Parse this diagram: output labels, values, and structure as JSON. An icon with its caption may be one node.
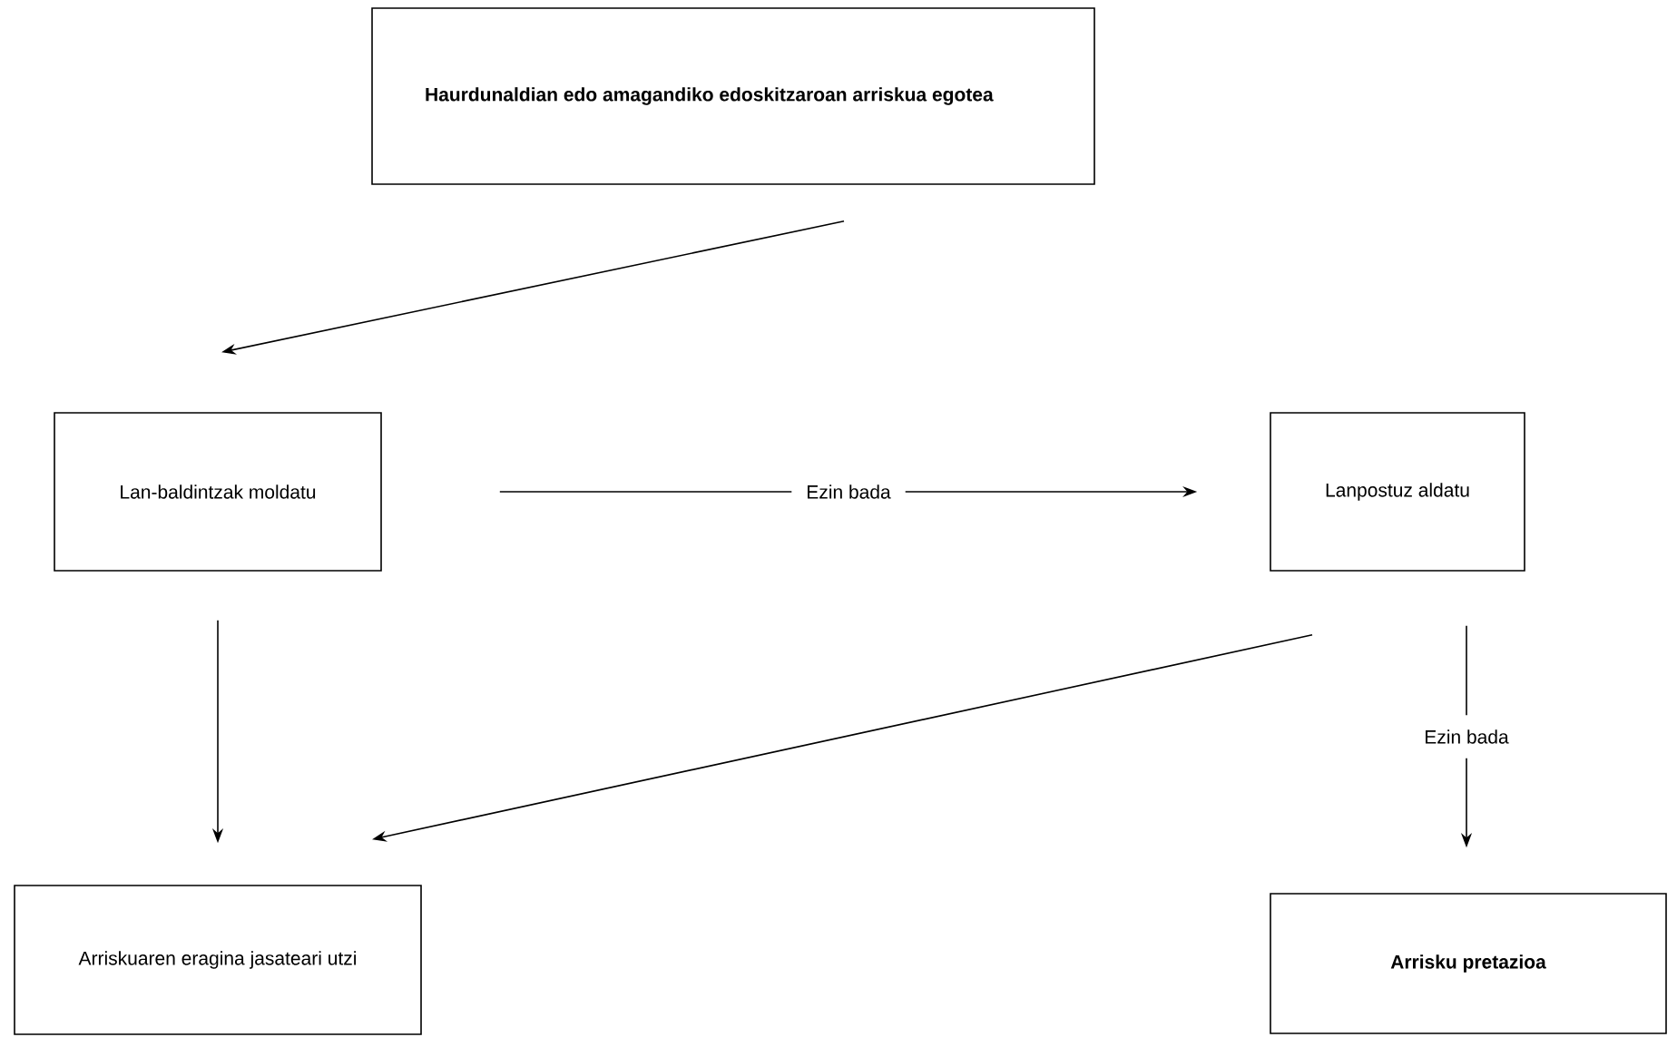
{
  "diagram": {
    "nodes": [
      {
        "text": [
          "Haurdunaldian edo amagandiko edoskitzaroan arriskua egotea"
        ]
      },
      {
        "text": [
          "Lan-baldintzak moldatu"
        ]
      },
      {
        "text": [
          "Lanpostuz aldatu"
        ]
      },
      {
        "text": [
          "Arriskuaren eragina jasateari utzi"
        ]
      },
      {
        "text": [
          "Arrisku pretazioa"
        ]
      }
    ],
    "edges": [
      {
        "from": 0,
        "to": 1,
        "arrow": "to"
      },
      {
        "from": 1,
        "to": 2,
        "arrow": "to",
        "label": "Ezin bada"
      },
      {
        "from": 1,
        "to": 3,
        "arrow": "to"
      },
      {
        "from": 2,
        "to": 3,
        "arrow": "to"
      },
      {
        "from": 2,
        "to": 4,
        "arrow": "to",
        "label": "Ezin bada"
      }
    ]
  }
}
